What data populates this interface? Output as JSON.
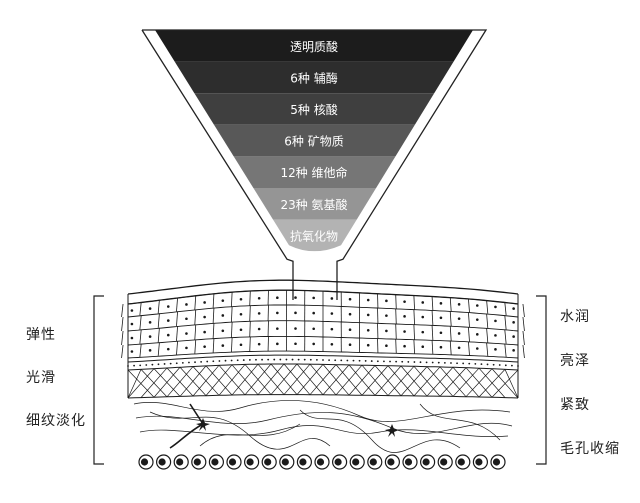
{
  "funnel": {
    "layers": [
      {
        "label": "透明质酸",
        "color": "#1c1c1c",
        "text_color": "#ffffff"
      },
      {
        "label": "6种 辅酶",
        "color": "#2d2d2d",
        "text_color": "#ffffff"
      },
      {
        "label": "5种 核酸",
        "color": "#3f3f3f",
        "text_color": "#ffffff"
      },
      {
        "label": "6种 矿物质",
        "color": "#585858",
        "text_color": "#ffffff"
      },
      {
        "label": "12种 维他命",
        "color": "#767676",
        "text_color": "#ffffff"
      },
      {
        "label": "23种 氨基酸",
        "color": "#959595",
        "text_color": "#ffffff"
      },
      {
        "label": "抗氧化物",
        "color": "#b3b3b3",
        "text_color": "#ffffff"
      }
    ]
  },
  "left_benefits": [
    "弹性",
    "光滑",
    "细纹淡化"
  ],
  "right_benefits": [
    "水润",
    "亮泽",
    "紧致",
    "毛孔收缩"
  ],
  "colors": {
    "line": "#1a1a1a",
    "outline": "#222222"
  }
}
